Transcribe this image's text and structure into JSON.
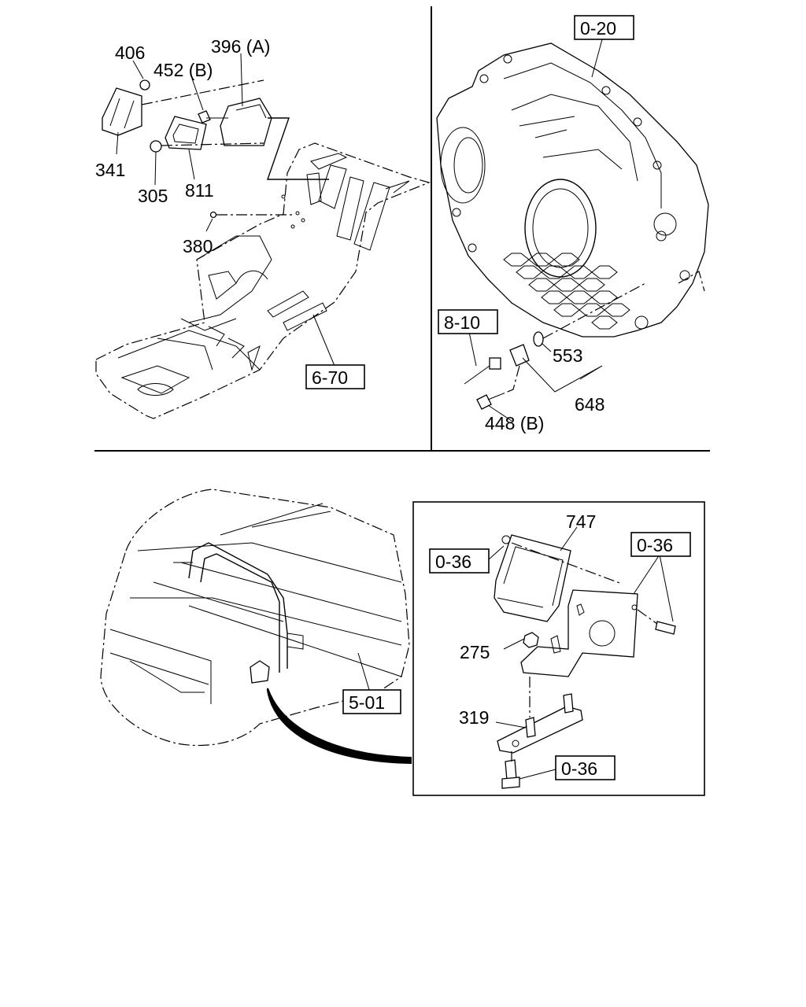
{
  "sections": {
    "top_left": {
      "callouts": [
        "406",
        "452 (B)",
        "396 (A)",
        "341",
        "305",
        "811",
        "380"
      ],
      "refs": [
        "6-70"
      ]
    },
    "top_right": {
      "callouts": [
        "553",
        "648",
        "448 (B)"
      ],
      "refs": [
        "0-20",
        "8-10"
      ]
    },
    "bottom": {
      "callouts": [
        "747",
        "275",
        "319"
      ],
      "refs": [
        "0-36",
        "0-36",
        "5-01",
        "0-36"
      ]
    }
  }
}
